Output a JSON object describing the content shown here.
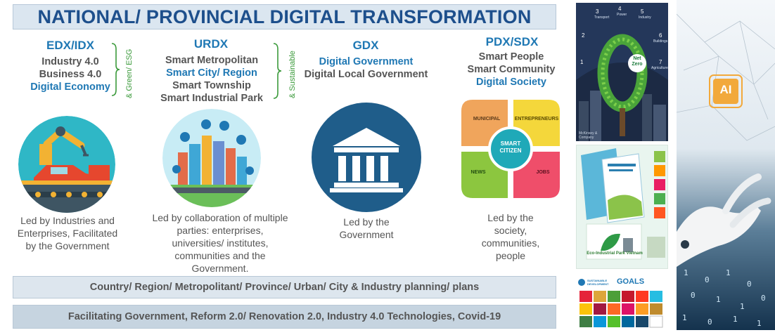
{
  "title": "NATIONAL/ PROVINCIAL DIGITAL TRANSFORMATION",
  "columns": [
    {
      "head": "EDX/IDX",
      "lines": [
        "Industry 4.0",
        "Business 4.0",
        "Digital Economy"
      ],
      "brace_label": "& Green/ ESG",
      "description": [
        "Led by Industries and",
        "Enterprises, Facilitated",
        "by the Government"
      ]
    },
    {
      "head": "URDX",
      "lines": [
        "Smart Metropolitan",
        "Smart City/ Region",
        "Smart Township",
        "Smart Industrial Park"
      ],
      "brace_label": "& Sustainable",
      "description": [
        "Led by collaboration of multiple",
        "parties: enterprises,",
        "universities/ institutes,",
        "communities and the",
        "Government."
      ]
    },
    {
      "head": "GDX",
      "lines": [
        "Digital Government",
        "Digital Local Government"
      ],
      "description": [
        "Led by the",
        "Government"
      ]
    },
    {
      "head": "PDX/SDX",
      "lines": [
        "Smart People",
        "Smart Community",
        "Digital Society"
      ],
      "description": [
        "Led by the",
        "society,",
        "communities,",
        "people"
      ]
    }
  ],
  "puzzle": {
    "center": [
      "SMART",
      "CITIZEN"
    ],
    "pieces": [
      "MUNICIPAL",
      "ENTREPRENEURS",
      "NEWS",
      "JOBS"
    ]
  },
  "bars": [
    "Country/ Region/ Metropolitant/ Province/ Urban/ City & Industry planning/ plans",
    "Facilitating Government, Reform 2.0/ Renovation 2.0, Industry 4.0 Technologies, Covid-19"
  ],
  "netzero": {
    "label": [
      "Net",
      "Zero"
    ],
    "segments": [
      "1",
      "2",
      "3",
      "4",
      "5",
      "6",
      "7"
    ],
    "segment_titles": [
      "Transport",
      "Power",
      "Industry",
      "Buildings",
      "Agriculture"
    ],
    "credit": "McKinsey & Company"
  },
  "ecopark_caption": "Eco-Industrial Park Vietnam",
  "sdg": {
    "label": "GOALS",
    "header": "SUSTAINABLE DEVELOPMENT"
  },
  "ai_label": "AI",
  "colors": {
    "title": "#1d4f8c",
    "accent": "#1f78b4",
    "green": "#3b9a3b",
    "gray": "#555555"
  }
}
